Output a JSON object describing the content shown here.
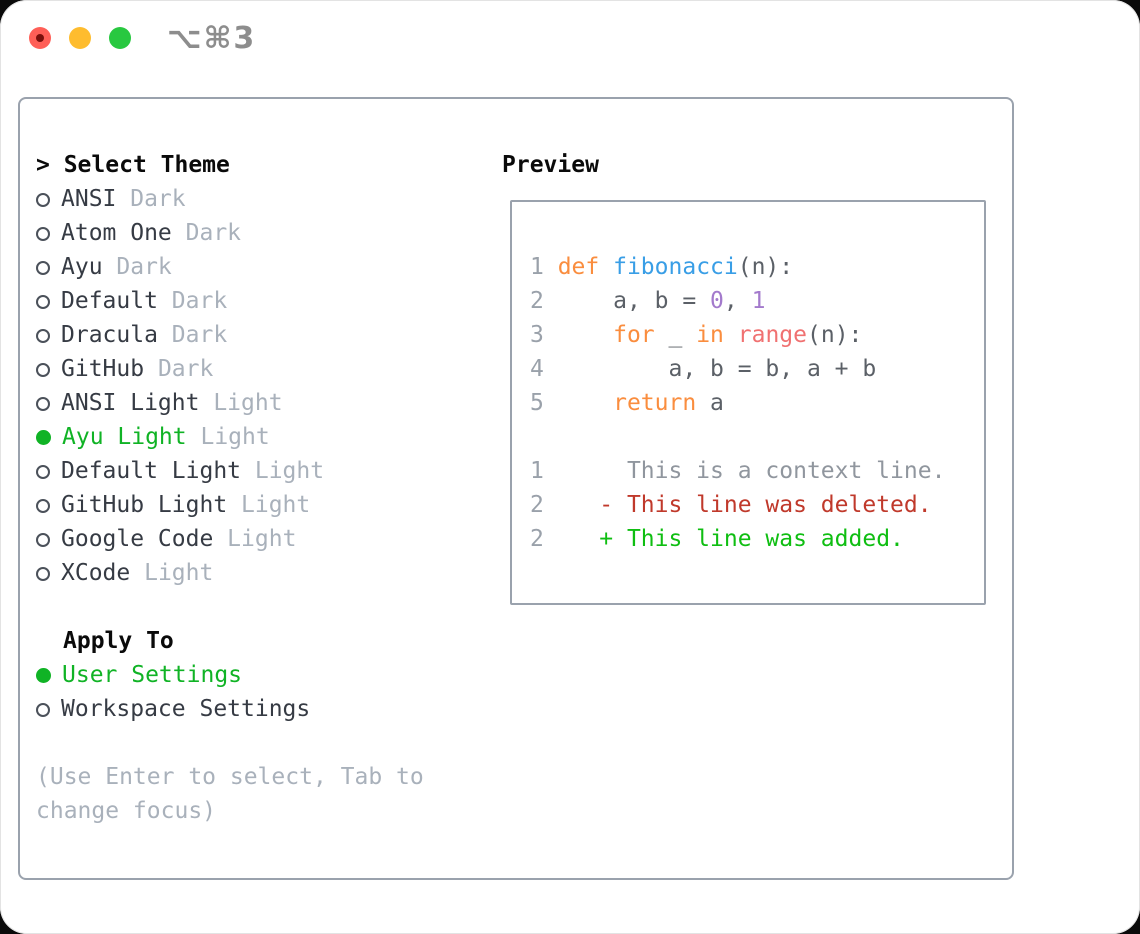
{
  "titlebar": {
    "shortcut": "⌥⌘3"
  },
  "theme_panel": {
    "header": "Select Theme",
    "prompt": ">",
    "themes": [
      {
        "name": "ANSI",
        "tag": "Dark",
        "selected": false
      },
      {
        "name": "Atom One",
        "tag": "Dark",
        "selected": false
      },
      {
        "name": "Ayu",
        "tag": "Dark",
        "selected": false
      },
      {
        "name": "Default",
        "tag": "Dark",
        "selected": false
      },
      {
        "name": "Dracula",
        "tag": "Dark",
        "selected": false
      },
      {
        "name": "GitHub",
        "tag": "Dark",
        "selected": false
      },
      {
        "name": "ANSI Light",
        "tag": "Light",
        "selected": false
      },
      {
        "name": "Ayu Light",
        "tag": "Light",
        "selected": true
      },
      {
        "name": "Default Light",
        "tag": "Light",
        "selected": false
      },
      {
        "name": "GitHub Light",
        "tag": "Light",
        "selected": false
      },
      {
        "name": "Google Code",
        "tag": "Light",
        "selected": false
      },
      {
        "name": "XCode",
        "tag": "Light",
        "selected": false
      }
    ],
    "apply_to": {
      "header": "Apply To",
      "options": [
        {
          "label": "User Settings",
          "selected": true
        },
        {
          "label": "Workspace Settings",
          "selected": false
        }
      ]
    },
    "hint_lines": [
      "(Use Enter to select, Tab to",
      "change focus)"
    ]
  },
  "preview": {
    "header": "Preview",
    "code_lines": [
      {
        "num": "1",
        "tokens": [
          [
            "def",
            "keyword"
          ],
          [
            " ",
            "plain"
          ],
          [
            "fibonacci",
            "function"
          ],
          [
            "(n):",
            "plain"
          ]
        ]
      },
      {
        "num": "2",
        "tokens": [
          [
            "    a, b = ",
            "plain"
          ],
          [
            "0",
            "number"
          ],
          [
            ", ",
            "plain"
          ],
          [
            "1",
            "number"
          ]
        ]
      },
      {
        "num": "3",
        "tokens": [
          [
            "    ",
            "plain"
          ],
          [
            "for",
            "keyword"
          ],
          [
            " _ ",
            "plain"
          ],
          [
            "in",
            "keyword"
          ],
          [
            " ",
            "plain"
          ],
          [
            "range",
            "call"
          ],
          [
            "(n):",
            "plain"
          ]
        ]
      },
      {
        "num": "4",
        "tokens": [
          [
            "        a, b = b, a + b",
            "plain"
          ]
        ]
      },
      {
        "num": "5",
        "tokens": [
          [
            "    ",
            "plain"
          ],
          [
            "return",
            "keyword"
          ],
          [
            " a",
            "plain"
          ]
        ]
      }
    ],
    "diff_lines": [
      {
        "num": "1",
        "kind": "context",
        "marker": "",
        "text": "This is a context line."
      },
      {
        "num": "2",
        "kind": "deleted",
        "marker": "-",
        "text": "This line was deleted."
      },
      {
        "num": "2",
        "kind": "added",
        "marker": "+",
        "text": "This line was added."
      }
    ]
  },
  "icons": {
    "radio_unselected": "open-circle",
    "radio_selected": "filled-circle"
  },
  "colors": {
    "accent_green": "#10b325",
    "diff_added": "#0fbe12",
    "diff_deleted": "#c0392b",
    "diff_context": "#90969e",
    "syntax_keyword": "#fa8d3e",
    "syntax_function": "#399ee6",
    "syntax_call": "#f07171",
    "syntax_number": "#a37acc",
    "code_plain": "#5b6067",
    "line_number": "#9aa1aa",
    "item_text": "#363b44",
    "tag_text": "#a9b1bb",
    "hint_text": "#a9b1bb",
    "header_text": "#0a0a0a",
    "panel_border": "#9aa2ad",
    "radio_ring": "#4b515a",
    "title_text": "#8d8d8d",
    "traffic_red": "#ff5f57",
    "traffic_red_dot": "#7a100c",
    "traffic_yellow": "#febc2e",
    "traffic_green": "#28c840"
  }
}
